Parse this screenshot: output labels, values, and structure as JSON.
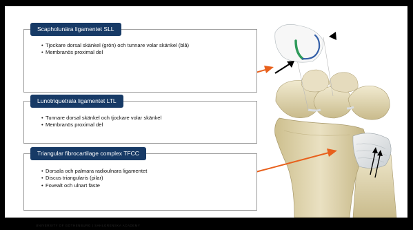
{
  "boxes": [
    {
      "title": "Scapholunära ligamentet SLL",
      "bullets": [
        "Tjockare dorsal skänkel (grön) och tunnare volar skänkel (blå)",
        "Membranös proximal del"
      ]
    },
    {
      "title": "Lunotriquetrala ligamentet LTL",
      "bullets": [
        "Tunnare dorsal skänkel och tjockare volar skänkel",
        "Membranös proximal del"
      ]
    },
    {
      "title": "Triangular fibrocartilage complex TFCC",
      "bullets": [
        "Dorsala och palmara radioulnara ligamentet",
        "Discus triangularis (pilar)",
        "Fovealt och ulnart fäste"
      ]
    }
  ],
  "footer": "UNIVERSITY OF GOTHENBURG | SAHLGRENSKA ACADEMY",
  "colors": {
    "title_bg": "#173a66",
    "callout_arrow": "#e8601c",
    "dorsal_limb": "#2e9a5a",
    "volar_limb": "#3560a8",
    "bone": "#e8dfc0"
  }
}
